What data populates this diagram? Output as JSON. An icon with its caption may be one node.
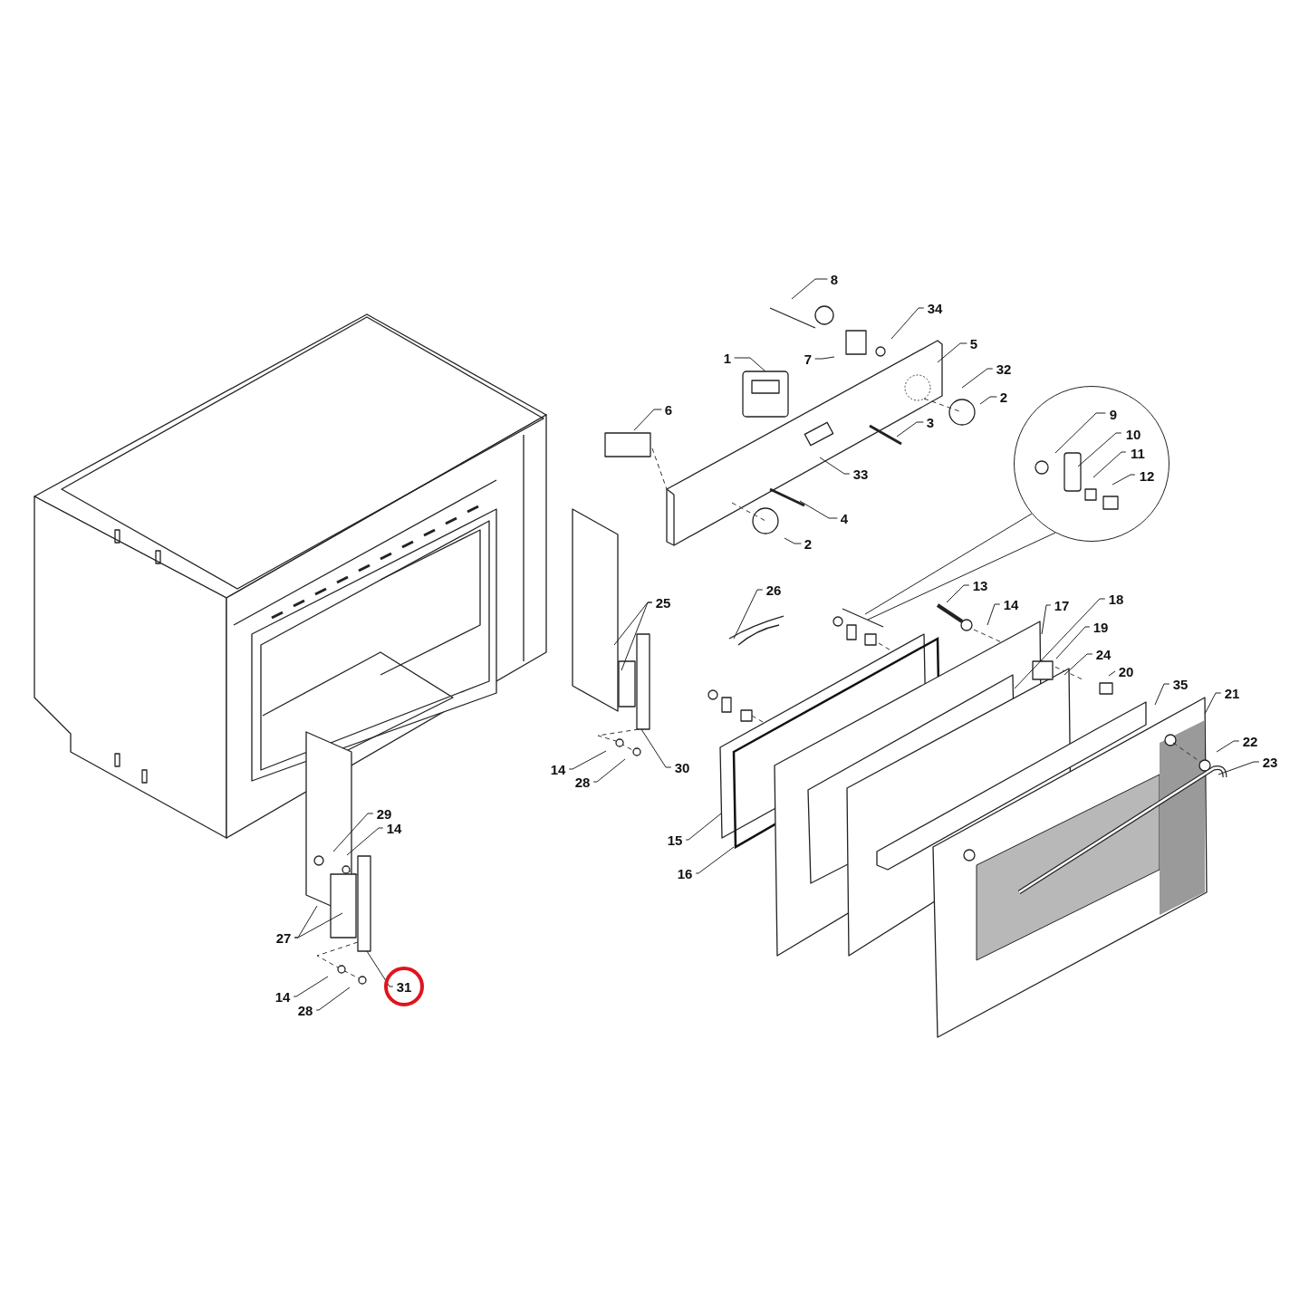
{
  "diagram": {
    "nodes": [
      {
        "text": [
          "8"
        ]
      },
      {
        "text": [
          "34"
        ]
      },
      {
        "text": [
          "1"
        ]
      },
      {
        "text": [
          "7"
        ]
      },
      {
        "text": [
          "5"
        ]
      },
      {
        "text": [
          "32"
        ]
      },
      {
        "text": [
          "2"
        ]
      },
      {
        "text": [
          "6"
        ]
      },
      {
        "text": [
          "3"
        ]
      },
      {
        "text": [
          "33"
        ]
      },
      {
        "text": [
          "4"
        ]
      },
      {
        "text": [
          "2"
        ]
      },
      {
        "text": [],
        "shape": "circle"
      },
      {
        "text": [
          "9"
        ],
        "in": 12
      },
      {
        "text": [
          "10"
        ],
        "in": 12
      },
      {
        "text": [
          "11"
        ],
        "in": 12
      },
      {
        "text": [
          "12"
        ],
        "in": 12
      },
      {
        "text": [
          "26"
        ]
      },
      {
        "text": [
          "13"
        ]
      },
      {
        "text": [
          "25"
        ]
      },
      {
        "text": [
          "14"
        ]
      },
      {
        "text": [
          "17"
        ]
      },
      {
        "text": [
          "18"
        ]
      },
      {
        "text": [
          "19"
        ]
      },
      {
        "text": [
          "24"
        ]
      },
      {
        "text": [
          "20"
        ]
      },
      {
        "text": [
          "35"
        ]
      },
      {
        "text": [
          "21"
        ]
      },
      {
        "text": [
          "22"
        ]
      },
      {
        "text": [
          "23"
        ]
      },
      {
        "text": [
          "14"
        ]
      },
      {
        "text": [
          "30"
        ]
      },
      {
        "text": [
          "28"
        ]
      },
      {
        "text": [
          "15"
        ]
      },
      {
        "text": [
          "16"
        ]
      },
      {
        "text": [
          "29"
        ]
      },
      {
        "text": [
          "14"
        ]
      },
      {
        "text": [
          "27"
        ]
      },
      {
        "text": [
          "31"
        ]
      },
      {
        "text": [
          "14"
        ]
      },
      {
        "text": [
          "28"
        ]
      }
    ],
    "edges": [
      {
        "from": 0,
        "to": null,
        "arrow": "none"
      },
      {
        "from": 1,
        "to": null,
        "arrow": "none"
      },
      {
        "from": 2,
        "to": null,
        "arrow": "none"
      },
      {
        "from": 3,
        "to": null,
        "arrow": "none"
      },
      {
        "from": 4,
        "to": null,
        "arrow": "none"
      },
      {
        "from": 5,
        "to": null,
        "arrow": "none"
      },
      {
        "from": 6,
        "to": null,
        "arrow": "none"
      },
      {
        "from": 7,
        "to": null,
        "arrow": "none"
      },
      {
        "from": 8,
        "to": null,
        "arrow": "none"
      },
      {
        "from": 9,
        "to": null,
        "arrow": "none"
      },
      {
        "from": 10,
        "to": null,
        "arrow": "none"
      },
      {
        "from": 11,
        "to": null,
        "arrow": "none"
      },
      {
        "from": 13,
        "to": null,
        "arrow": "none"
      },
      {
        "from": 14,
        "to": null,
        "arrow": "none"
      },
      {
        "from": 15,
        "to": null,
        "arrow": "none"
      },
      {
        "from": 16,
        "to": null,
        "arrow": "none"
      },
      {
        "from": 12,
        "to": null,
        "arrow": "none"
      },
      {
        "from": 12,
        "to": null,
        "arrow": "none"
      },
      {
        "from": 17,
        "to": null,
        "arrow": "none"
      },
      {
        "from": 18,
        "to": null,
        "arrow": "none"
      },
      {
        "from": 19,
        "to": null,
        "arrow": "none"
      },
      {
        "from": 19,
        "to": null,
        "arrow": "none"
      },
      {
        "from": 20,
        "to": null,
        "arrow": "none"
      },
      {
        "from": 21,
        "to": null,
        "arrow": "none"
      },
      {
        "from": 22,
        "to": null,
        "arrow": "none"
      },
      {
        "from": 23,
        "to": null,
        "arrow": "none"
      },
      {
        "from": 24,
        "to": null,
        "arrow": "none"
      },
      {
        "from": 25,
        "to": null,
        "arrow": "none"
      },
      {
        "from": 26,
        "to": null,
        "arrow": "none"
      },
      {
        "from": 27,
        "to": null,
        "arrow": "none"
      },
      {
        "from": 28,
        "to": null,
        "arrow": "none"
      },
      {
        "from": 29,
        "to": null,
        "arrow": "none"
      },
      {
        "from": 30,
        "to": null,
        "arrow": "none"
      },
      {
        "from": 31,
        "to": null,
        "arrow": "none"
      },
      {
        "from": 32,
        "to": null,
        "arrow": "none"
      },
      {
        "from": 33,
        "to": null,
        "arrow": "none"
      },
      {
        "from": 34,
        "to": null,
        "arrow": "none"
      },
      {
        "from": 35,
        "to": null,
        "arrow": "none"
      },
      {
        "from": 36,
        "to": null,
        "arrow": "none"
      },
      {
        "from": 37,
        "to": null,
        "arrow": "none"
      },
      {
        "from": 37,
        "to": null,
        "arrow": "none"
      },
      {
        "from": 38,
        "to": null,
        "arrow": "none"
      },
      {
        "from": 39,
        "to": null,
        "arrow": "none"
      },
      {
        "from": 40,
        "to": null,
        "arrow": "none"
      }
    ]
  }
}
